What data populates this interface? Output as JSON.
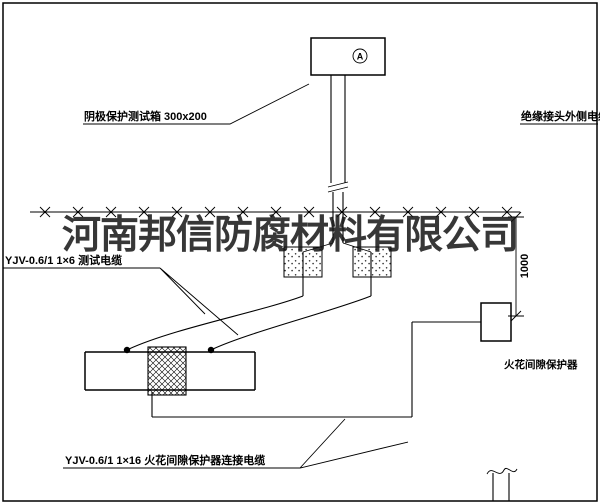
{
  "watermark": {
    "text": "河南邦信防腐材料有限公司"
  },
  "test_box": {
    "label": "阴极保护测试箱 300x200",
    "meter_symbol": "A"
  },
  "right_label": {
    "text": "绝缘接头外侧电缆"
  },
  "test_cable_label": {
    "text": "YJV-0.6/1 1×6  测试电缆"
  },
  "dimension": {
    "value": "1000"
  },
  "protector_label": {
    "text": "火花间隙保护器"
  },
  "connect_cable_label": {
    "text": "YJV-0.6/1 1×16  火花间隙保护器连接电缆"
  },
  "colors": {
    "line": "#000000",
    "background": "#ffffff"
  }
}
